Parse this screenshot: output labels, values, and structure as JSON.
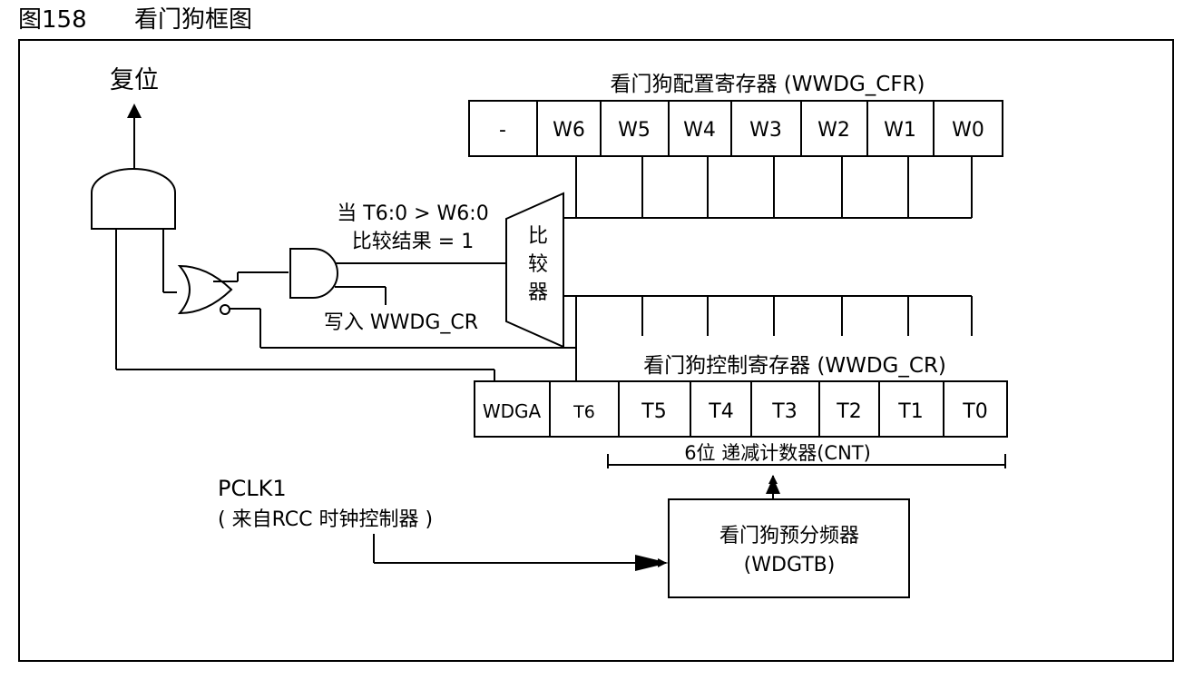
{
  "figure": {
    "number": "图158",
    "title": "看门狗框图"
  },
  "reset": {
    "label": "复位"
  },
  "cfr": {
    "title": "看门狗配置寄存器 (WWDG_CFR)",
    "bits": [
      "-",
      "W6",
      "W5",
      "W4",
      "W3",
      "W2",
      "W1",
      "W0"
    ]
  },
  "cr": {
    "title": "看门狗控制寄存器 (WWDG_CR)",
    "bits": [
      "WDGA",
      "T6",
      "T5",
      "T4",
      "T3",
      "T2",
      "T1",
      "T0"
    ]
  },
  "comparator": {
    "chars": [
      "比",
      "较",
      "器"
    ],
    "condition_line1": "当 T6:0 > W6:0",
    "condition_line2": "比较结果 = 1"
  },
  "write_label": "写入 WWDG_CR",
  "counter_label": "6位 递减计数器(CNT)",
  "pclk": {
    "line1": "PCLK1",
    "line2": "( 来自RCC 时钟控制器 )"
  },
  "prescaler": {
    "line1": "看门狗预分频器",
    "line2": "(WDGTB)"
  }
}
